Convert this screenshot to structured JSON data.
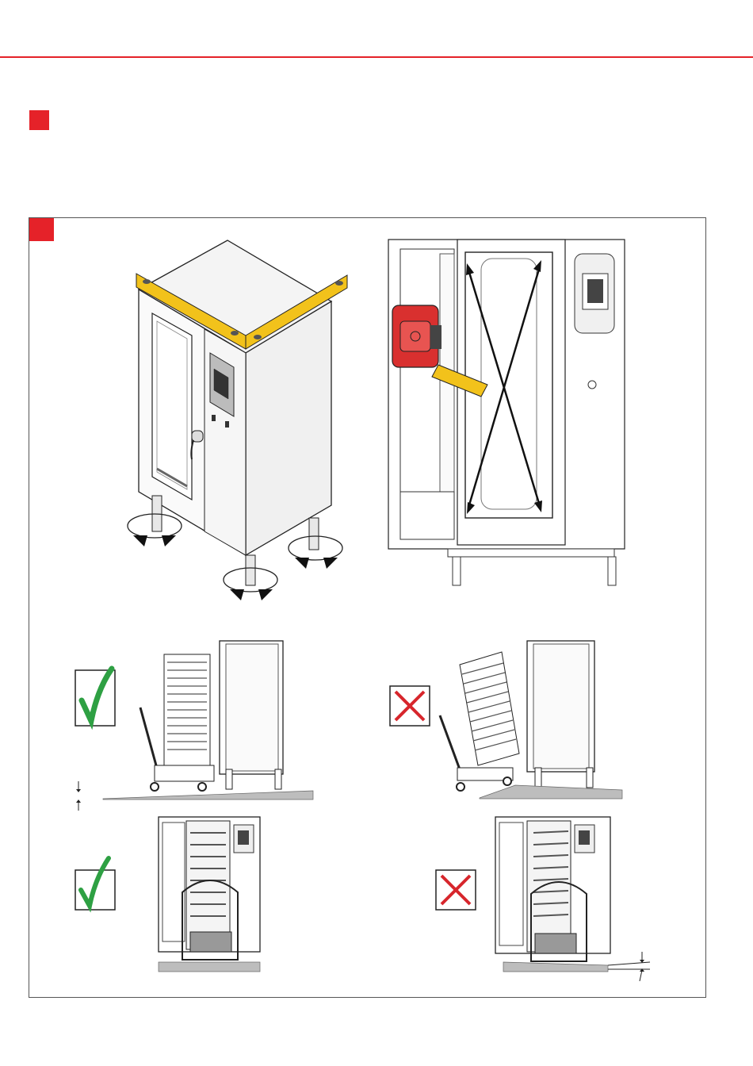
{
  "colors": {
    "accent_red": "#e52229",
    "check_green": "#2ea043",
    "cross_red": "#d7262c",
    "level_yellow": "#f2c21b",
    "tape_red": "#d9302f",
    "line": "#222222",
    "floor_gray": "#bdbdbd"
  },
  "icons": {
    "ok": "check-mark-icon",
    "not_ok": "cross-mark-icon",
    "rotate": "rotate-arrows-icon",
    "level": "spirit-level-icon",
    "tape": "tape-measure-icon"
  },
  "figures": [
    {
      "id": "fig-oven-leveling",
      "status": "instruction"
    },
    {
      "id": "fig-diagonal-measure",
      "status": "instruction"
    },
    {
      "id": "fig-trolley-side-ok",
      "status": "ok"
    },
    {
      "id": "fig-trolley-side-wrong",
      "status": "not_ok"
    },
    {
      "id": "fig-trolley-front-ok",
      "status": "ok"
    },
    {
      "id": "fig-trolley-front-wrong",
      "status": "not_ok"
    }
  ]
}
